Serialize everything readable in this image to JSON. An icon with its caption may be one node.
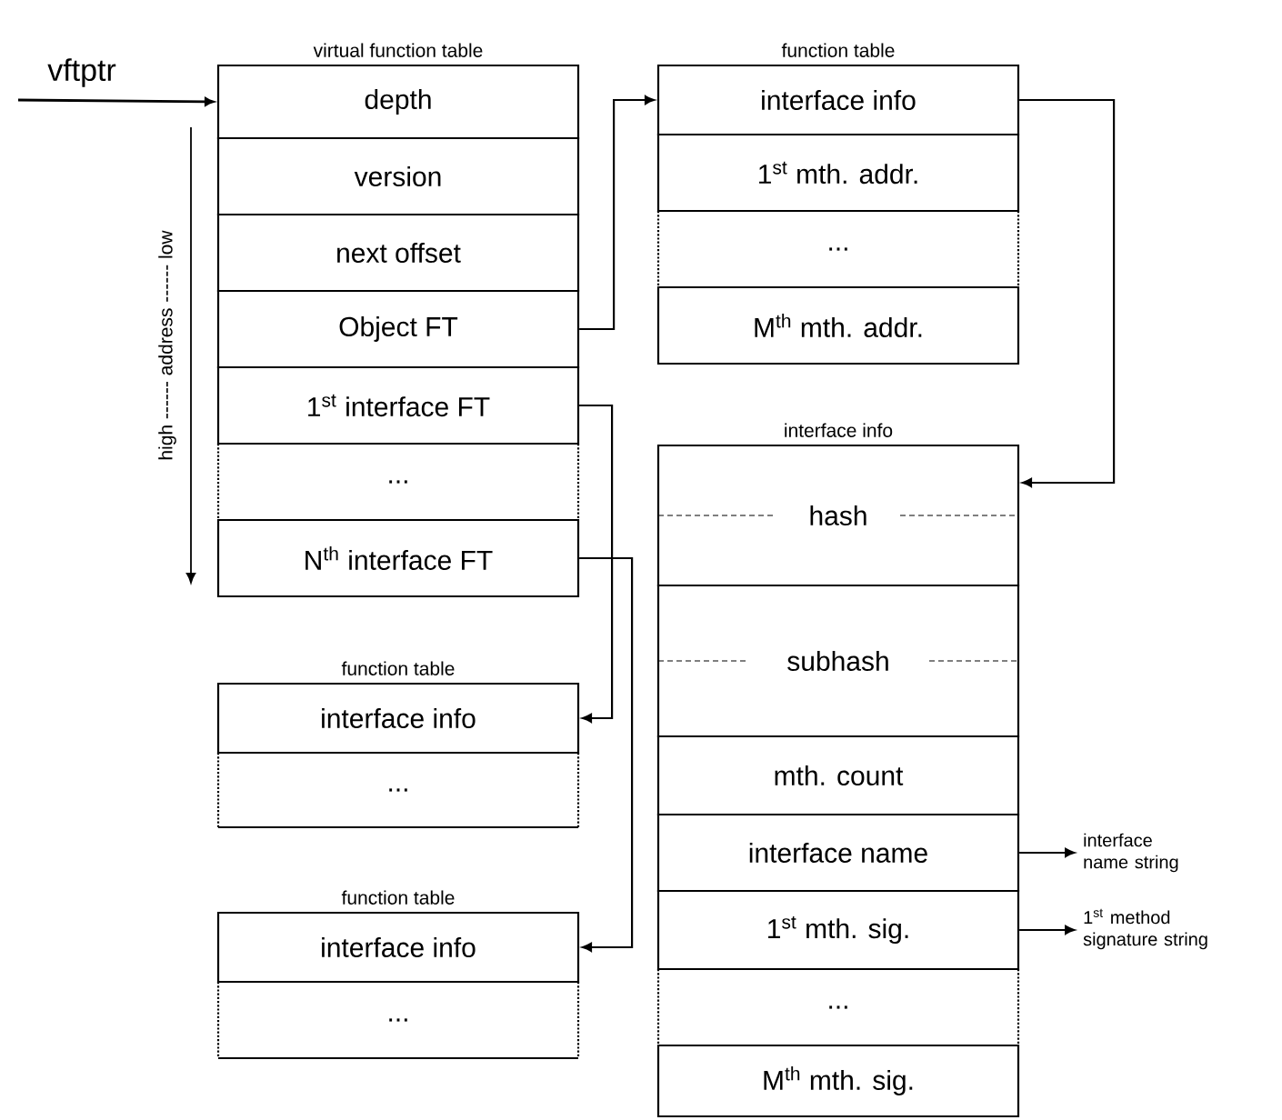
{
  "diagram": {
    "nodes": [
      {
        "text": [
          "virtual function table"
        ]
      },
      {
        "text": [
          "depth"
        ],
        "in": 0
      },
      {
        "text": [
          "version"
        ],
        "in": 0
      },
      {
        "text": [
          "next offset"
        ],
        "in": 0
      },
      {
        "text": [
          "Object FT"
        ],
        "in": 0
      },
      {
        "text": [
          "1$^{st}$ interface FT"
        ],
        "in": 0
      },
      {
        "text": [
          "..."
        ],
        "in": 0
      },
      {
        "text": [
          "N$^{th}$ interface FT"
        ],
        "in": 0
      },
      {
        "text": [
          "function table"
        ]
      },
      {
        "text": [
          "interface info"
        ],
        "in": 8
      },
      {
        "text": [
          "1$^{st}$ mth. addr."
        ],
        "in": 8
      },
      {
        "text": [
          "..."
        ],
        "in": 8
      },
      {
        "text": [
          "M$^{th}$ mth. addr."
        ],
        "in": 8
      },
      {
        "text": [
          "interface info"
        ]
      },
      {
        "text": [
          "hash"
        ],
        "in": 13
      },
      {
        "text": [
          "subhash"
        ],
        "in": 13
      },
      {
        "text": [
          "mth. count"
        ],
        "in": 13
      },
      {
        "text": [
          "interface name"
        ],
        "in": 13
      },
      {
        "text": [
          "1$^{st}$ mth. sig."
        ],
        "in": 13
      },
      {
        "text": [
          "..."
        ],
        "in": 13
      },
      {
        "text": [
          "M$^{th}$ mth. sig."
        ],
        "in": 13
      },
      {
        "text": [
          "function table"
        ]
      },
      {
        "text": [
          "interface info"
        ],
        "in": 21
      },
      {
        "text": [
          "..."
        ],
        "in": 21
      },
      {
        "text": [
          "function table"
        ]
      },
      {
        "text": [
          "interface info"
        ],
        "in": 24
      },
      {
        "text": [
          "..."
        ],
        "in": 24
      },
      {
        "text": [
          "interface name string"
        ]
      },
      {
        "text": [
          "1$^{st}$ method signature string"
        ]
      }
    ],
    "edges": [
      {
        "from": null,
        "to": 1,
        "arrow": "to",
        "label": "vftptr"
      },
      {
        "from": 4,
        "to": 9,
        "arrow": "to"
      },
      {
        "from": 9,
        "to": 14,
        "arrow": "to"
      },
      {
        "from": 5,
        "to": 22,
        "arrow": "to"
      },
      {
        "from": 7,
        "to": 25,
        "arrow": "to"
      },
      {
        "from": 17,
        "to": 27,
        "arrow": "to"
      },
      {
        "from": 18,
        "to": 28,
        "arrow": "to"
      }
    ],
    "labels": [
      "high ------ address ------ low"
    ]
  }
}
